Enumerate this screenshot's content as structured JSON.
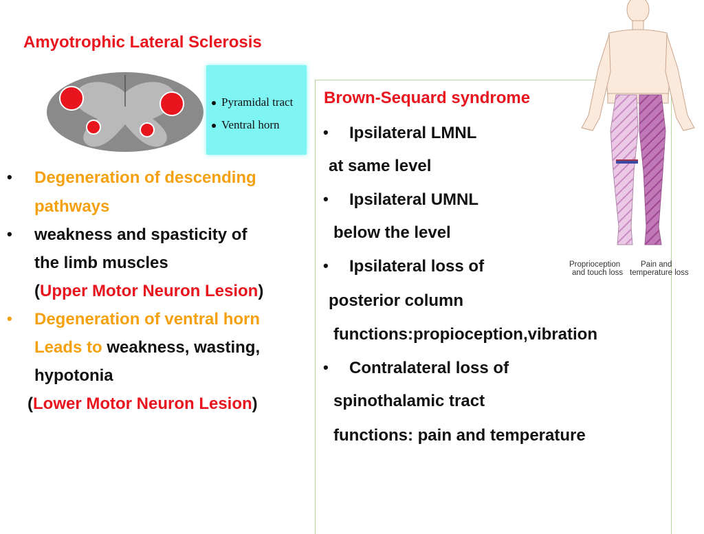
{
  "title": "Amyotrophic Lateral Sclerosis",
  "cord_legend": [
    "Pyramidal tract",
    "Ventral horn"
  ],
  "left_bullets": {
    "b1_line1": "Degeneration of descending",
    "b1_line2": "pathways",
    "b2_line1": "weakness and spasticity of",
    "b2_line2": "the limb muscles",
    "b2_paren_open": "(",
    "b2_red": "Upper Motor Neuron Lesion",
    "b2_paren_close": ")",
    "b3_line1": "Degeneration of ventral horn",
    "b3_line2_orange": "Leads to",
    "b3_line2_black": " weakness, wasting,",
    "b3_line3": "hypotonia",
    "b3_paren_open": "(",
    "b3_red": "Lower Motor Neuron Lesion",
    "b3_paren_close": ")"
  },
  "right_panel": {
    "heading": "Brown-Sequard syndrome",
    "lines": [
      "Ipsilateral LMNL",
      "at same level",
      "Ipsilateral UMNL",
      "below the level",
      "Ipsilateral loss of",
      "posterior column",
      "functions:propioception,vibration",
      "Contralateral loss of",
      "spinothalamic tract",
      "functions: pain and temperature"
    ]
  },
  "body_captions": {
    "left_line1": "Proprioception",
    "left_line2": "and touch loss",
    "right_line1": "Pain and",
    "right_line2": "temperature loss"
  },
  "colors": {
    "title_red": "#e8141e",
    "orange": "#f5a00f",
    "legend_cyan": "#7ef4f3",
    "panel_border": "#b7d49a",
    "hatch_purple": "#b04aa8"
  },
  "bullet_glyph": "•"
}
